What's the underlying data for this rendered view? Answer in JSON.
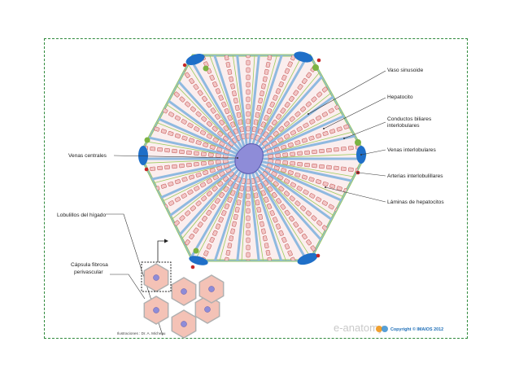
{
  "labels": {
    "vaso_sinusoide": "Vaso sinusoide",
    "hepatocito": "Hepatocito",
    "conductos_biliares_1": "Conductos biliares",
    "conductos_biliares_2": "interlobulares",
    "venas_interlobulares": "Venas interlobulares",
    "arterias_interlobulares": "Arterias interlobulillares",
    "laminas": "Láminas de hepatocitos",
    "venas_centrales": "Venas centrales",
    "lobulillos": "Lobulillos del hígado",
    "capsula_1": "Cápsula fibrosa",
    "capsula_2": "perivascular"
  },
  "credits": {
    "illustrations": "Ilustraciones : Dr. A. Micheau",
    "copyright": "Copyright © IMAIOS 2012",
    "watermark": "e-anatomy"
  },
  "colors": {
    "frame": "#2f8a3c",
    "sinusoid": "#8fb9e0",
    "hepatocyte": "#f2c6c6",
    "hepatocyte_stroke": "#c0504d",
    "bile_duct": "#9ccb5a",
    "portal_vein": "#1f6fc8",
    "artery": "#c62828",
    "central_vein": "#8e8cd8",
    "lobule": "#f4c2b6"
  },
  "icons": {
    "copyright_logo": "imaios-logo-icon"
  }
}
